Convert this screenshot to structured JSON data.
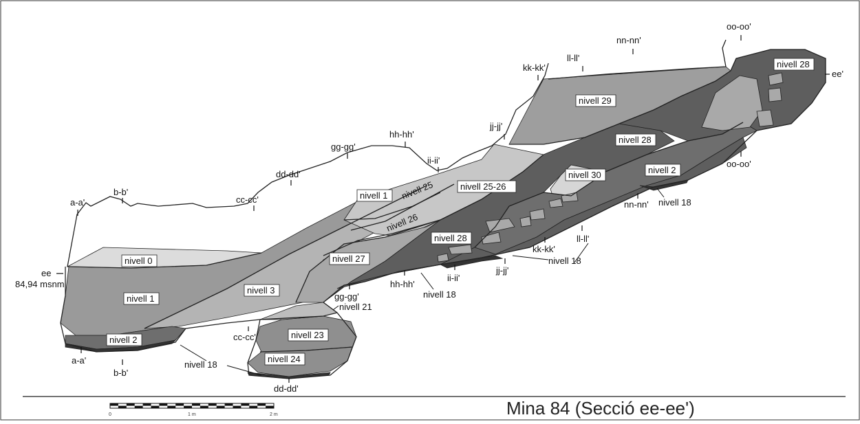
{
  "title": "Mina 84 (Secció ee-ee')",
  "datum": {
    "label": "ee",
    "elevation": "84,94 msnm"
  },
  "colors": {
    "nivell_0": "#dcdcdc",
    "nivell_1": "#9a9a9a",
    "nivell_2": "#6e6e6e",
    "nivell_3": "#b4b4b4",
    "nivell_18": "#333333",
    "nivell_21": "#bdbdbd",
    "nivell_23": "#8f8f8f",
    "nivell_24": "#8f8f8f",
    "nivell_25_26": "#c7c7c7",
    "nivell_27": "#a8a8a8",
    "nivell_28": "#5e5e5e",
    "nivell_29": "#9e9e9e",
    "nivell_30": "#d6d6d6",
    "stone": "#a9a9a9",
    "ink": "#222222"
  },
  "layer_labels": {
    "n0": "nivell 0",
    "n1": "nivell 1",
    "n1b": "nivell 1",
    "n2": "nivell 2",
    "n2b": "nivell 2",
    "n3": "nivell 3",
    "n18a": "nivell 18",
    "n18b": "nivell 18",
    "n18c": "nivell 18",
    "n18d": "nivell 18",
    "n21": "nivell 21",
    "n23": "nivell 23",
    "n24": "nivell 24",
    "n25": "nivell 25",
    "n25_26": "nivell 25-26",
    "n26": "nivell 26",
    "n27": "nivell 27",
    "n28a": "nivell 28",
    "n28b": "nivell 28",
    "n28c": "nivell 28",
    "n29": "nivell 29",
    "n30": "nivell 30"
  },
  "top_markers": {
    "aa": "a-a'",
    "bb": "b-b'",
    "cc": "cc-cc'",
    "dd": "dd-dd'",
    "gg": "gg-gg'",
    "hh": "hh-hh'",
    "ii": "ii-ii'",
    "jj": "jj-jj'",
    "kk": "kk-kk'",
    "ll": "ll-ll'",
    "nn": "nn-nn'",
    "oo": "oo-oo'",
    "ee_end": "ee'"
  },
  "bottom_markers": {
    "aa": "a-a'",
    "bb": "b-b'",
    "cc": "cc-cc'",
    "dd": "dd-dd'",
    "gg": "gg-gg'",
    "hh": "hh-hh'",
    "ii": "ii-ii'",
    "jj": "jj-jj'",
    "kk": "kk-kk'",
    "ll": "ll-ll'",
    "nn": "nn-nn'",
    "oo": "oo-oo'"
  },
  "scale_bar": {
    "ticks": [
      "0",
      "1 m",
      "2 m"
    ]
  }
}
